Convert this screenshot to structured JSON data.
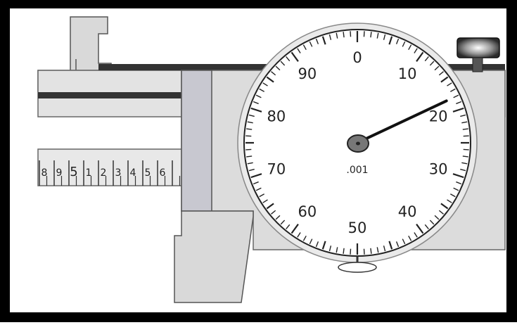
{
  "dial": {
    "numbers": [
      "0",
      "10",
      "20",
      "30",
      "40",
      "50",
      "60",
      "70",
      "80",
      "90"
    ],
    "resolution_label": ".001",
    "reading_divisions": 18
  },
  "scale": {
    "labels": [
      "8",
      "9",
      "5",
      "1",
      "2",
      "3",
      "4",
      "5",
      "6"
    ]
  },
  "colors": {
    "frame": "#000000",
    "body": "#d9d9d9",
    "rail": "#3a3a3a",
    "slide_block": "#c8c8d0",
    "dial_face": "#ffffff",
    "needle": "#111111"
  }
}
